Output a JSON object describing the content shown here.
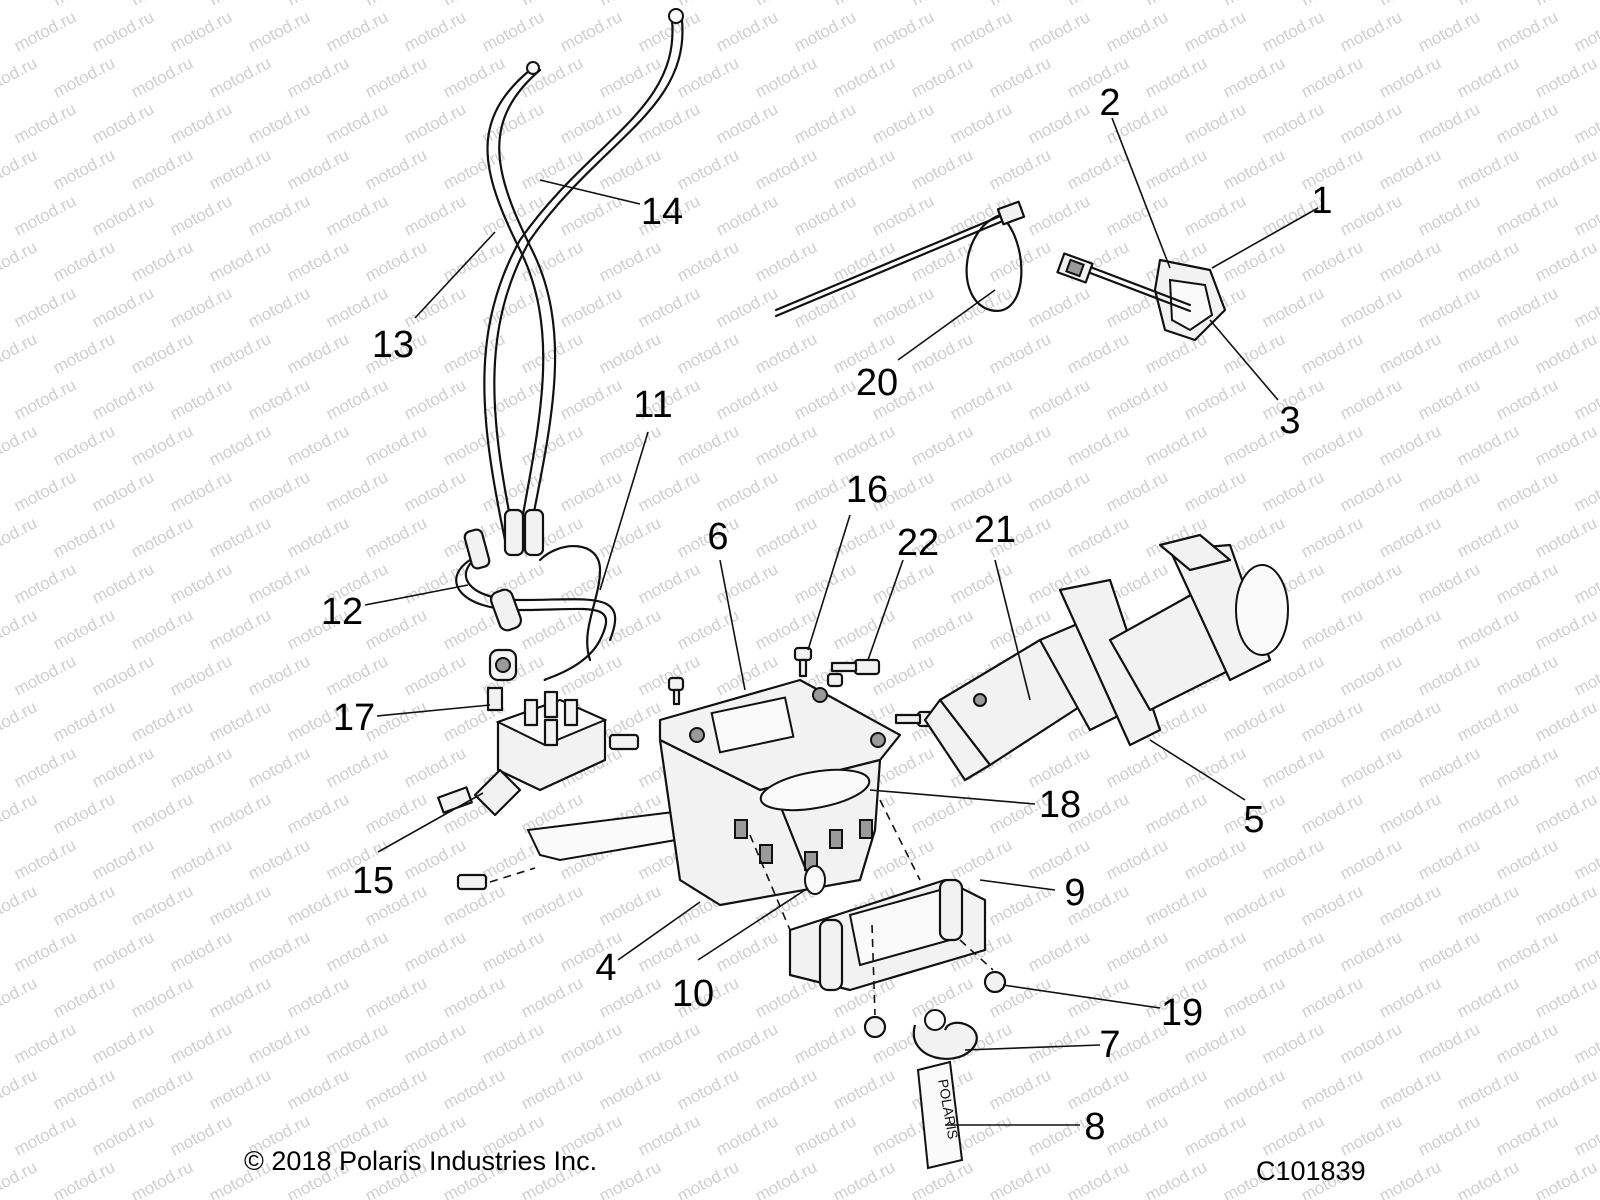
{
  "watermark": "motod.ru",
  "callouts": [
    {
      "id": "1",
      "label": "1"
    },
    {
      "id": "2",
      "label": "2"
    },
    {
      "id": "3",
      "label": "3"
    },
    {
      "id": "4",
      "label": "4"
    },
    {
      "id": "5",
      "label": "5"
    },
    {
      "id": "6",
      "label": "6"
    },
    {
      "id": "7",
      "label": "7"
    },
    {
      "id": "8",
      "label": "8"
    },
    {
      "id": "9",
      "label": "9"
    },
    {
      "id": "10",
      "label": "10"
    },
    {
      "id": "11",
      "label": "11"
    },
    {
      "id": "12",
      "label": "12"
    },
    {
      "id": "13",
      "label": "13"
    },
    {
      "id": "14",
      "label": "14"
    },
    {
      "id": "15",
      "label": "15"
    },
    {
      "id": "16",
      "label": "16"
    },
    {
      "id": "17",
      "label": "17"
    },
    {
      "id": "18",
      "label": "18"
    },
    {
      "id": "19",
      "label": "19"
    },
    {
      "id": "20",
      "label": "20"
    },
    {
      "id": "21",
      "label": "21"
    },
    {
      "id": "22",
      "label": "22"
    }
  ],
  "copyright": "© 2018 Polaris Industries Inc.",
  "drawing_id": "C101839",
  "strap_text": "POLARIS"
}
